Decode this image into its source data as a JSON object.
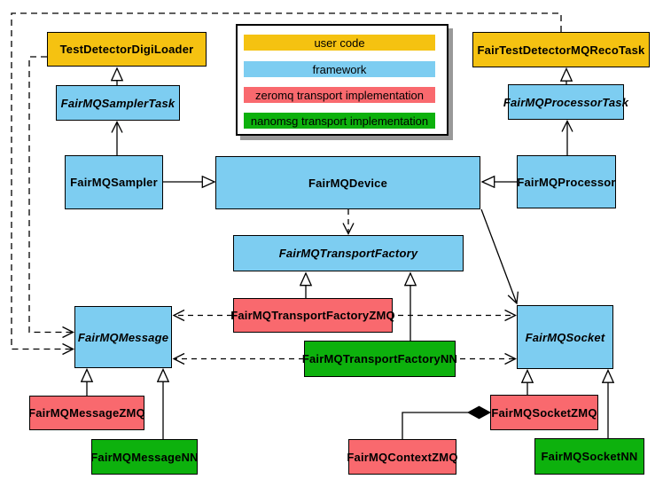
{
  "colors": {
    "user_code": "#F5C211",
    "framework": "#7DCDF1",
    "zeromq": "#F9696E",
    "nanomsg": "#0DB10D",
    "line": "#000000",
    "legend_background": "#FFFFFF",
    "legend_shadow": "#999999"
  },
  "legend": {
    "items": [
      {
        "label": "user code",
        "color_key": "user_code"
      },
      {
        "label": "framework",
        "color_key": "framework"
      },
      {
        "label": "zeromq transport implementation",
        "color_key": "zeromq"
      },
      {
        "label": "nanomsg transport implementation",
        "color_key": "nanomsg"
      }
    ]
  },
  "nodes": {
    "digiLoader": {
      "label": "TestDetectorDigiLoader",
      "category": "user code",
      "abstract": false
    },
    "recoTask": {
      "label": "FairTestDetectorMQRecoTask",
      "category": "user code",
      "abstract": false
    },
    "samplerTask": {
      "label": "FairMQSamplerTask",
      "category": "framework",
      "abstract": true
    },
    "processorTask": {
      "label": "FairMQProcessorTask",
      "category": "framework",
      "abstract": true
    },
    "sampler": {
      "label": "FairMQSampler",
      "category": "framework",
      "abstract": false
    },
    "device": {
      "label": "FairMQDevice",
      "category": "framework",
      "abstract": false
    },
    "processor": {
      "label": "FairMQProcessor",
      "category": "framework",
      "abstract": false
    },
    "transportFactory": {
      "label": "FairMQTransportFactory",
      "category": "framework",
      "abstract": true
    },
    "transportFactoryZMQ": {
      "label": "FairMQTransportFactoryZMQ",
      "category": "zeromq",
      "abstract": false
    },
    "transportFactoryNN": {
      "label": "FairMQTransportFactoryNN",
      "category": "nanomsg",
      "abstract": false
    },
    "message": {
      "label": "FairMQMessage",
      "category": "framework",
      "abstract": true
    },
    "socket": {
      "label": "FairMQSocket",
      "category": "framework",
      "abstract": true
    },
    "messageZMQ": {
      "label": "FairMQMessageZMQ",
      "category": "zeromq",
      "abstract": false
    },
    "messageNN": {
      "label": "FairMQMessageNN",
      "category": "nanomsg",
      "abstract": false
    },
    "socketZMQ": {
      "label": "FairMQSocketZMQ",
      "category": "zeromq",
      "abstract": false
    },
    "contextZMQ": {
      "label": "FairMQContextZMQ",
      "category": "zeromq",
      "abstract": false
    },
    "socketNN": {
      "label": "FairMQSocketNN",
      "category": "nanomsg",
      "abstract": false
    }
  },
  "edges": [
    {
      "source": "FairMQSamplerTask",
      "target": "TestDetectorDigiLoader",
      "arrow": "hollow-triangle",
      "line": "solid"
    },
    {
      "source": "FairMQProcessorTask",
      "target": "FairTestDetectorMQRecoTask",
      "arrow": "hollow-triangle",
      "line": "solid"
    },
    {
      "source": "FairMQSampler",
      "target": "FairMQSamplerTask",
      "arrow": "open-vee",
      "line": "solid"
    },
    {
      "source": "FairMQProcessor",
      "target": "FairMQProcessorTask",
      "arrow": "open-vee",
      "line": "solid"
    },
    {
      "source": "FairMQSampler",
      "target": "FairMQDevice",
      "arrow": "hollow-triangle",
      "line": "solid"
    },
    {
      "source": "FairMQProcessor",
      "target": "FairMQDevice",
      "arrow": "hollow-triangle",
      "line": "solid"
    },
    {
      "source": "FairMQDevice",
      "target": "FairMQTransportFactory",
      "arrow": "open-vee",
      "line": "dashed"
    },
    {
      "source": "FairMQDevice",
      "target": "FairMQSocket",
      "arrow": "open-vee",
      "line": "solid"
    },
    {
      "source": "FairMQTransportFactoryZMQ",
      "target": "FairMQTransportFactory",
      "arrow": "hollow-triangle",
      "line": "solid"
    },
    {
      "source": "FairMQTransportFactoryNN",
      "target": "FairMQTransportFactory",
      "arrow": "hollow-triangle",
      "line": "solid"
    },
    {
      "source": "FairMQTransportFactoryZMQ",
      "target": "FairMQMessage",
      "arrow": "open-vee",
      "line": "dashed"
    },
    {
      "source": "FairMQTransportFactoryZMQ",
      "target": "FairMQSocket",
      "arrow": "open-vee",
      "line": "dashed"
    },
    {
      "source": "FairMQTransportFactoryNN",
      "target": "FairMQMessage",
      "arrow": "open-vee",
      "line": "dashed"
    },
    {
      "source": "FairMQTransportFactoryNN",
      "target": "FairMQSocket",
      "arrow": "open-vee",
      "line": "dashed"
    },
    {
      "source": "TestDetectorDigiLoader",
      "target": "FairMQMessage",
      "arrow": "open-vee",
      "line": "dashed"
    },
    {
      "source": "FairTestDetectorMQRecoTask",
      "target": "FairMQMessage",
      "arrow": "open-vee",
      "line": "dashed"
    },
    {
      "source": "FairMQMessageZMQ",
      "target": "FairMQMessage",
      "arrow": "hollow-triangle",
      "line": "solid"
    },
    {
      "source": "FairMQMessageNN",
      "target": "FairMQMessage",
      "arrow": "hollow-triangle",
      "line": "solid"
    },
    {
      "source": "FairMQSocketZMQ",
      "target": "FairMQSocket",
      "arrow": "hollow-triangle",
      "line": "solid"
    },
    {
      "source": "FairMQSocketNN",
      "target": "FairMQSocket",
      "arrow": "hollow-triangle",
      "line": "solid"
    },
    {
      "source": "FairMQContextZMQ",
      "target": "FairMQSocketZMQ",
      "arrow": "filled-diamond",
      "line": "solid"
    }
  ]
}
